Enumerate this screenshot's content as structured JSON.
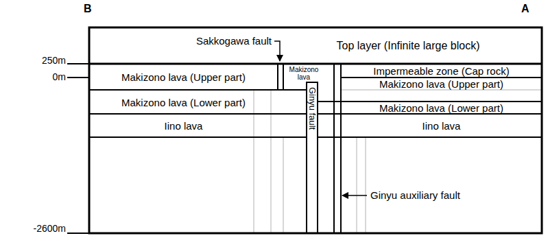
{
  "diagram": {
    "nodes": [
      {
        "text": [
          "Top layer (Infinite large block)"
        ]
      },
      {
        "text": [
          "Makizono lava (Upper part)"
        ]
      },
      {
        "text": [
          "Makizono lava"
        ]
      },
      {
        "text": [
          "Impermeable zone (Cap rock)"
        ]
      },
      {
        "text": [
          "Makizono lava (Upper part)"
        ]
      },
      {
        "text": [
          "Makizono lava (Lower part)"
        ]
      },
      {
        "text": [
          "Ginyu fault"
        ]
      },
      {
        "text": [
          "Makizono lava (Lower part)"
        ]
      },
      {
        "text": [
          "Iino lava"
        ]
      },
      {
        "text": [
          "Iino lava"
        ]
      }
    ],
    "labels": [
      "B",
      "A",
      "250m",
      "0m",
      "-2600m",
      "Sakkogawa fault",
      "Ginyu auxiliary fault"
    ]
  }
}
